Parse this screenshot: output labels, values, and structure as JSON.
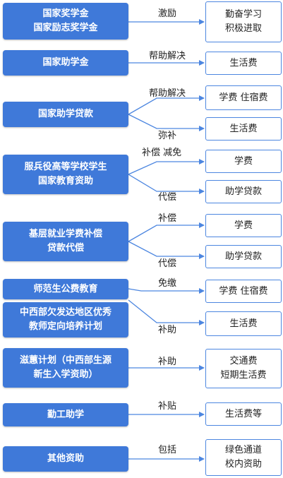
{
  "sources": {
    "s1": "国家奖学金\n国家励志奖学金",
    "s2": "国家助学金",
    "s3": "国家助学贷款",
    "s4": "服兵役高等学校学生\n国家教育资助",
    "s5": "基层就业学费补偿\n贷款代偿",
    "s6": "师范生公费教育",
    "s7": "中西部欠发达地区优秀\n教师定向培养计划",
    "s8": "滋蕙计划（中西部生源\n新生入学资助）",
    "s9": "勤工助学",
    "s10": "其他资助"
  },
  "targets": {
    "t1": "勤奋学习\n积极进取",
    "t2": "生活费",
    "t3": "学费  住宿费",
    "t4": "生活费",
    "t5": "学费",
    "t6": "助学贷款",
    "t7": "学费",
    "t8": "助学贷款",
    "t9": "学费  住宿费",
    "t10": "生活费",
    "t11": "交通费\n短期生活费",
    "t12": "生活费等",
    "t13": "绿色通道\n校内资助"
  },
  "labels": {
    "l1": "激励",
    "l2": "帮助解决",
    "l3": "帮助解决",
    "l4": "弥补",
    "l5": "补偿  减免",
    "l6": "代偿",
    "l7": "补偿",
    "l8": "代偿",
    "l9": "免缴",
    "l10": "补助",
    "l11": "补助",
    "l12": "补贴",
    "l13": "包括"
  },
  "colors": {
    "source_fill": "#3f79d9",
    "target_border": "#4c86e0",
    "connector": "#4c86e0"
  }
}
